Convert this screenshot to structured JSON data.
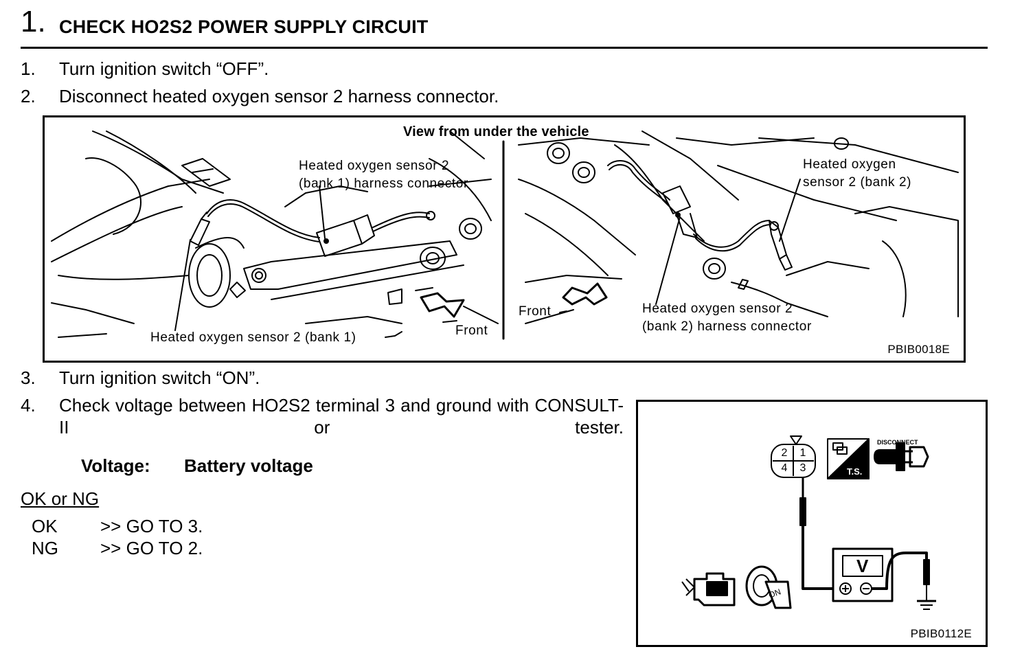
{
  "header": {
    "step_number": "1.",
    "title": "CHECK HO2S2 POWER SUPPLY CIRCUIT"
  },
  "steps": [
    {
      "num": "1.",
      "text": "Turn ignition switch “OFF”."
    },
    {
      "num": "2.",
      "text": "Disconnect heated oxygen sensor 2 harness connector."
    },
    {
      "num": "3.",
      "text": "Turn ignition switch “ON”."
    },
    {
      "num": "4.",
      "text": "Check voltage between HO2S2 terminal 3 and ground with CONSULT-II or tester."
    }
  ],
  "figure1": {
    "title": "View from under the vehicle",
    "bank1_connector_label_line1": "Heated oxygen sensor 2",
    "bank1_connector_label_line2": "(bank 1) harness connector",
    "bank1_sensor_label": "Heated oxygen sensor 2 (bank 1)",
    "front_left": "Front",
    "front_right": "Front",
    "bank2_sensor_label_line1": "Heated oxygen",
    "bank2_sensor_label_line2": "sensor 2 (bank 2)",
    "bank2_connector_label_line1": "Heated oxygen sensor 2",
    "bank2_connector_label_line2": "(bank 2) harness connector",
    "code": "PBIB0018E"
  },
  "figure2": {
    "terminals": [
      "2",
      "1",
      "4",
      "3"
    ],
    "ts_label": "T.S.",
    "disconnect_label": "DISCONNECT",
    "meter_label": "V",
    "ignition_label": "ON",
    "code": "PBIB0112E"
  },
  "spec": {
    "label": "Voltage:",
    "value": "Battery voltage"
  },
  "result": {
    "heading": "OK or NG",
    "rows": [
      {
        "status": "OK",
        "action": ">> GO TO 3."
      },
      {
        "status": "NG",
        "action": ">> GO TO 2."
      }
    ]
  }
}
